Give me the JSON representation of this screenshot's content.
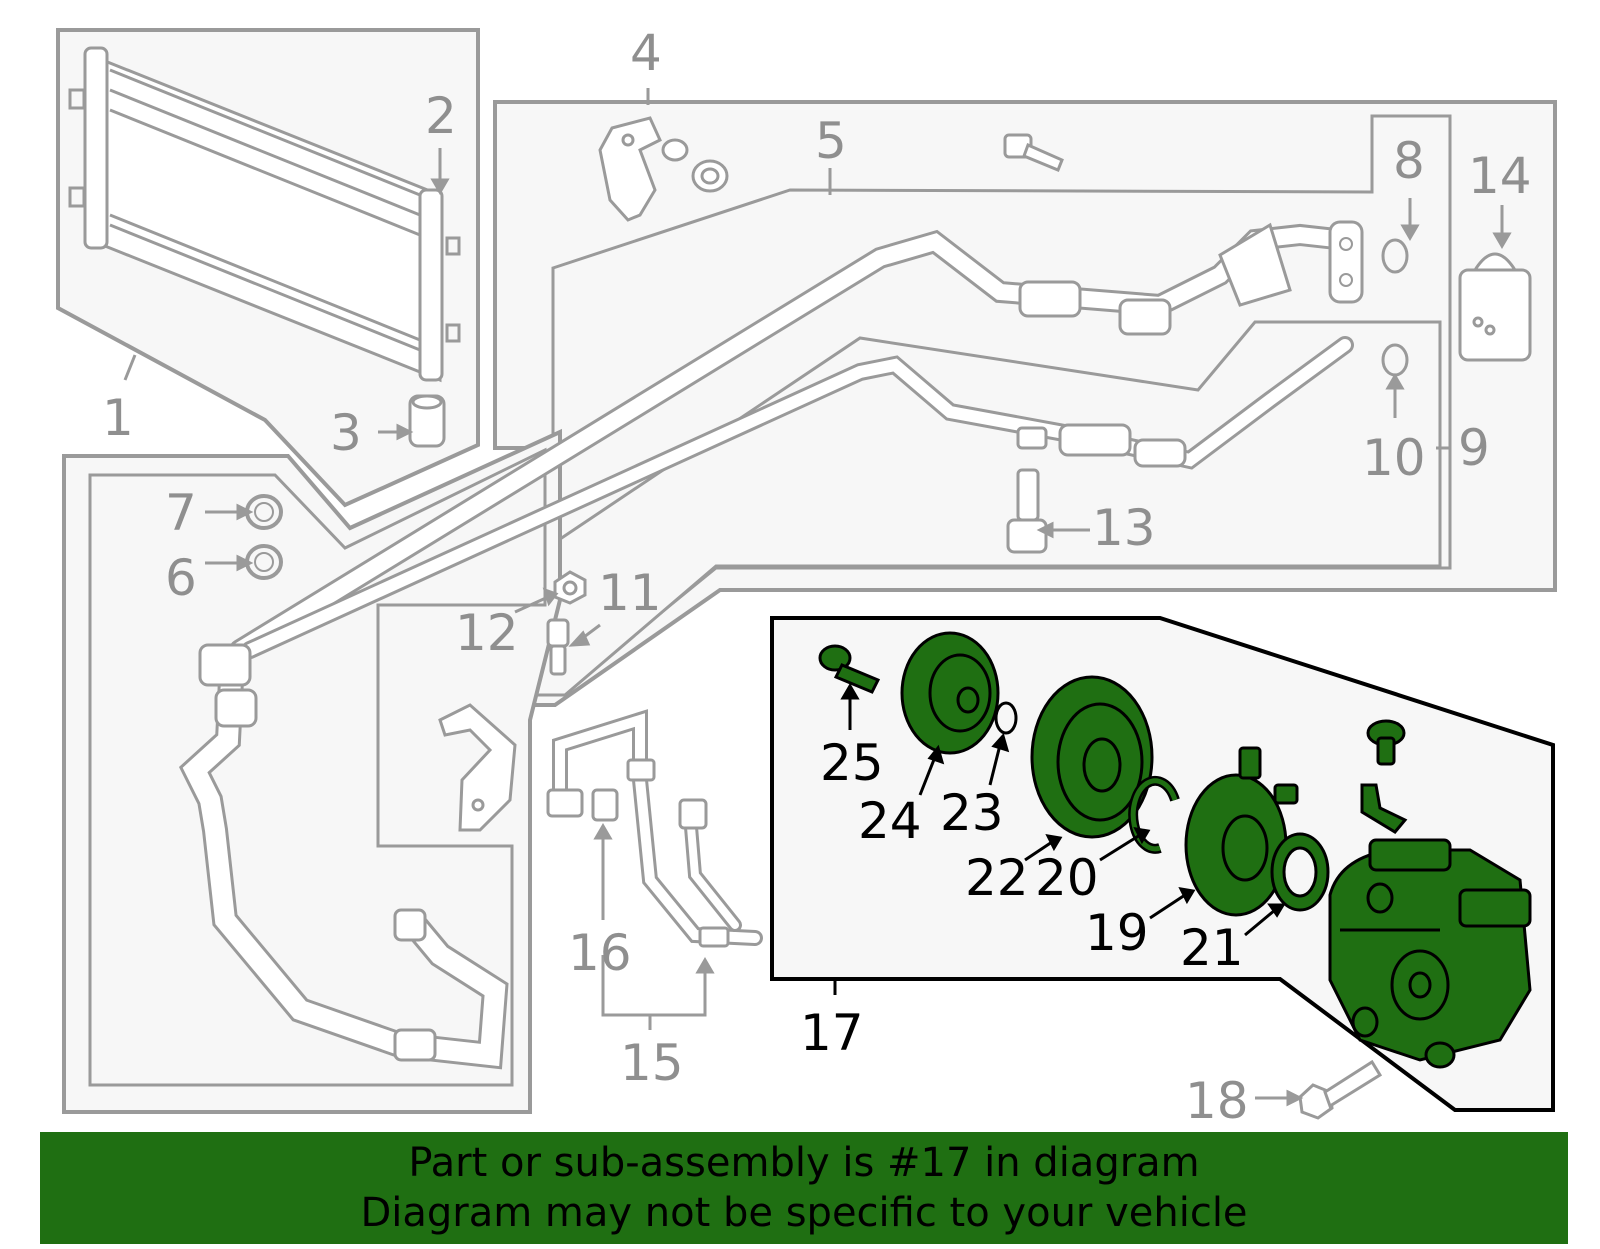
{
  "colors": {
    "panel_fill": "#f7f7f7",
    "gray_line": "#9a9a9a",
    "gray_text": "#8f8f8f",
    "highlight_fill": "#1f6f12",
    "banner_bg": "#1f6f12"
  },
  "callouts": {
    "c1": "1",
    "c2": "2",
    "c3": "3",
    "c4": "4",
    "c5": "5",
    "c6": "6",
    "c7": "7",
    "c8": "8",
    "c9": "9",
    "c10": "10",
    "c11": "11",
    "c12": "12",
    "c13": "13",
    "c14": "14",
    "c15": "15",
    "c16": "16",
    "c17": "17",
    "c18": "18",
    "c19": "19",
    "c20": "20",
    "c21": "21",
    "c22": "22",
    "c23": "23",
    "c24": "24",
    "c25": "25"
  },
  "banner": {
    "line1": "Part or sub-assembly is #17 in diagram",
    "line2": "Diagram may not be specific to your vehicle"
  }
}
